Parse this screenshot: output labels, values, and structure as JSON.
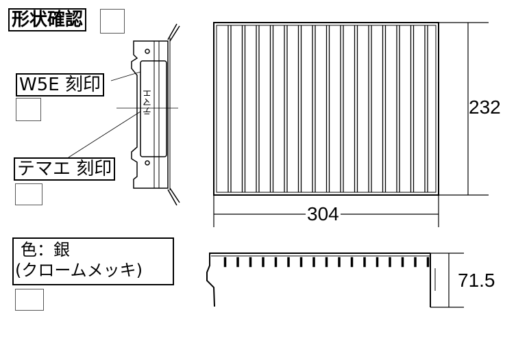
{
  "labels": {
    "shape_check": "形状確認",
    "w5e_mark": "W5E 刻印",
    "temae_mark": "テマエ 刻印",
    "color_line1": "色：銀",
    "color_line2": "(クロームメッキ)"
  },
  "bracket_stamp": "テマエ",
  "dimensions": {
    "depth": "232",
    "width": "304",
    "height": "71.5"
  }
}
